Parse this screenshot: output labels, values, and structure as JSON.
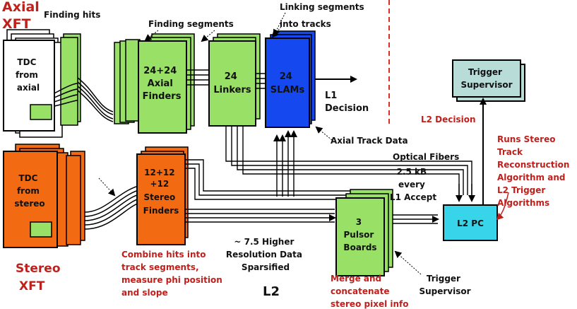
{
  "axial": {
    "title_lines": [
      "Axial",
      "XFT"
    ],
    "finding_hits": "Finding hits",
    "finding_segments": "Finding segments",
    "linking_lines": [
      "Linking segments",
      "into tracks"
    ],
    "tdc_lines": [
      "TDC",
      "from",
      "axial"
    ],
    "finders_lines": [
      "24+24",
      "Axial",
      "Finders"
    ],
    "linkers_lines": [
      "24",
      "Linkers"
    ],
    "slams_lines": [
      "24",
      "SLAMs"
    ],
    "l1_lines": [
      "L1",
      "Decision"
    ],
    "axial_track_data": "Axial Track Data"
  },
  "stereo": {
    "title_lines": [
      "Stereo",
      "XFT"
    ],
    "tdc_lines": [
      "TDC",
      "from",
      "stereo"
    ],
    "finders_lines": [
      "12+12",
      "+12",
      "Stereo",
      "Finders"
    ],
    "combine_lines": [
      "Combine hits into",
      "track segments,",
      "measure phi position",
      "and slope"
    ]
  },
  "middle": {
    "optical_fibers": "Optical Fibers",
    "higher_res_lines": [
      "~ 7.5 Higher",
      "Resolution Data",
      "Sparsified"
    ],
    "l2_label": "L2",
    "rate_lines": [
      "2.5 kB",
      "every",
      "L1 Accept"
    ],
    "pulsor_lines": [
      "3",
      "Pulsor",
      "Boards"
    ],
    "merge_lines": [
      "Merge and",
      "concatenate",
      "stereo pixel info"
    ],
    "trigger_supervisor_lines": [
      "Trigger",
      "Supervisor"
    ]
  },
  "right": {
    "supervisor_lines": [
      "Trigger",
      "Supervisor"
    ],
    "l2_decision": "L2 Decision",
    "l2pc_label": "L2 PC",
    "runs_lines": [
      "Runs Stereo",
      "Track",
      "Reconstruction",
      "Algorithm and",
      "L2 Trigger",
      "Algorithms"
    ]
  },
  "colors": {
    "green": "#99e066",
    "orange": "#f26b12",
    "blue": "#1548ee",
    "cyan": "#38d5ea",
    "slate": "#b8ddd9",
    "red_text": "#c0201c",
    "divider": "#d6302a"
  }
}
